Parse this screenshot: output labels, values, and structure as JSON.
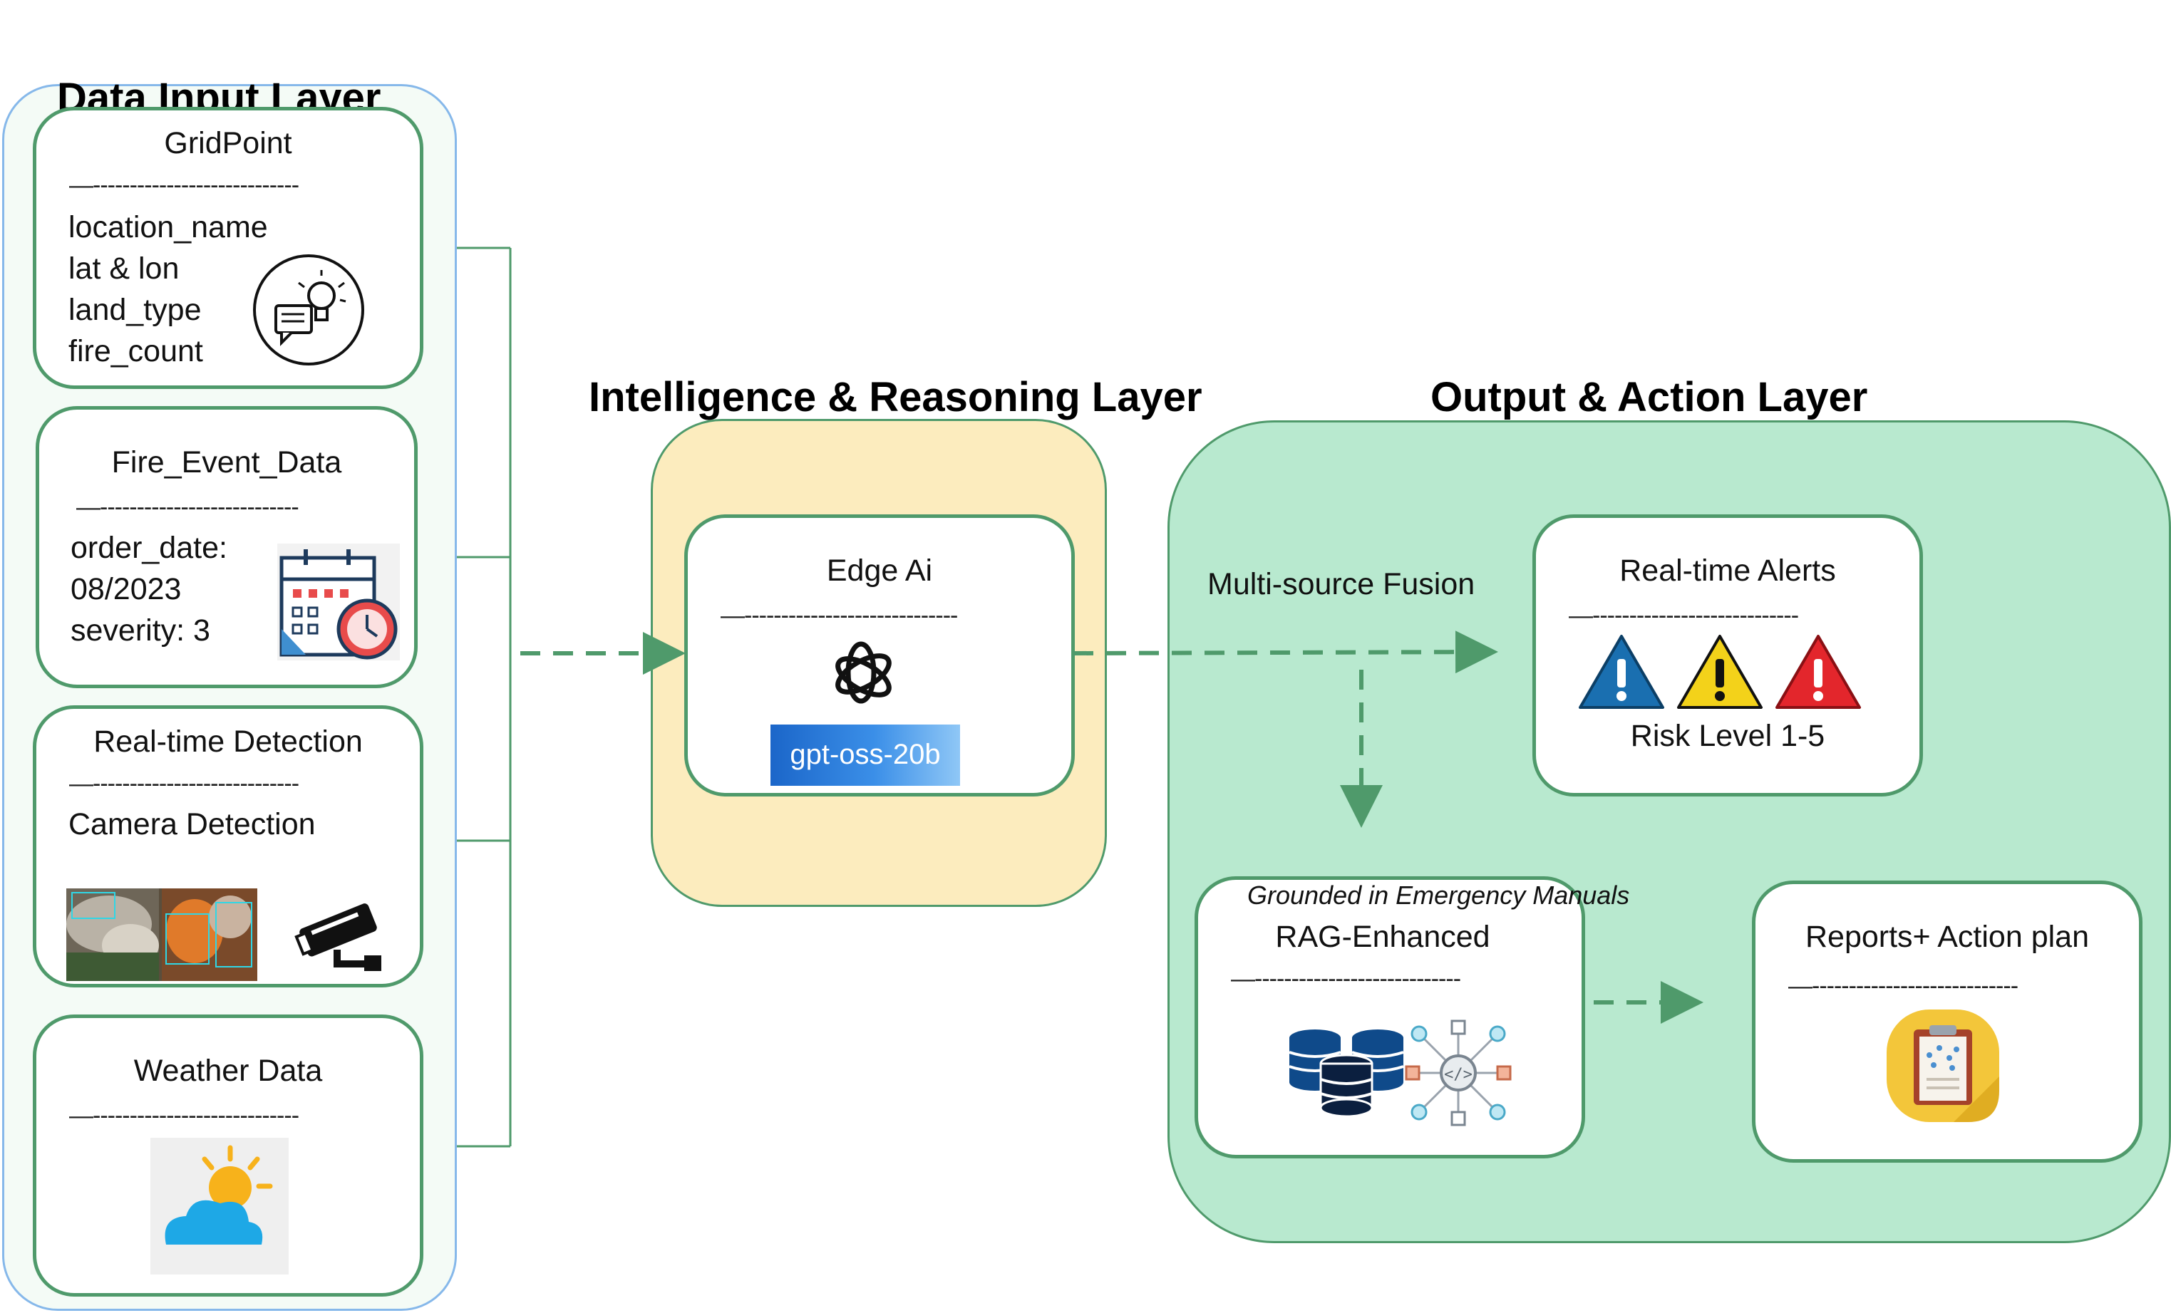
{
  "layers": {
    "input": {
      "title": "Data Input Layer"
    },
    "intelligence": {
      "title": "Intelligence & Reasoning Layer"
    },
    "output": {
      "title": "Output & Action Layer"
    }
  },
  "input_cards": {
    "gridpoint": {
      "title": "GridPoint",
      "divider": "—----------------------------",
      "fields": [
        "location_name",
        "lat & lon",
        "land_type",
        "fire_count"
      ]
    },
    "fire_event": {
      "title": "Fire_Event_Data",
      "divider": "—---------------------------",
      "fields": [
        "order_date:",
        "08/2023",
        "severity: 3"
      ]
    },
    "detection": {
      "title": "Real-time Detection",
      "divider": "—----------------------------",
      "subtitle": "Camera Detection"
    },
    "weather": {
      "title": "Weather Data",
      "divider": "—----------------------------"
    }
  },
  "edge_ai": {
    "title": "Edge Ai",
    "divider": "—-----------------------------",
    "model_badge": "gpt-oss-20b"
  },
  "fusion_label": "Multi-source Fusion",
  "alerts": {
    "title": "Real-time Alerts",
    "divider": "—----------------------------",
    "risk_label": "Risk Level 1-5"
  },
  "rag": {
    "caption": "Grounded in Emergency Manuals",
    "title": "RAG-Enhanced",
    "divider": "—----------------------------"
  },
  "reports": {
    "title": "Reports+ Action plan",
    "divider": "—----------------------------"
  },
  "colors": {
    "connector": "#4f9a6b",
    "input_panel": "#f4fbf6",
    "intel_panel": "#fcecbe",
    "output_panel": "#b8e9cf",
    "alert_blue": "#1a6fb0",
    "alert_yellow": "#f3d21a",
    "alert_red": "#e3262c"
  }
}
